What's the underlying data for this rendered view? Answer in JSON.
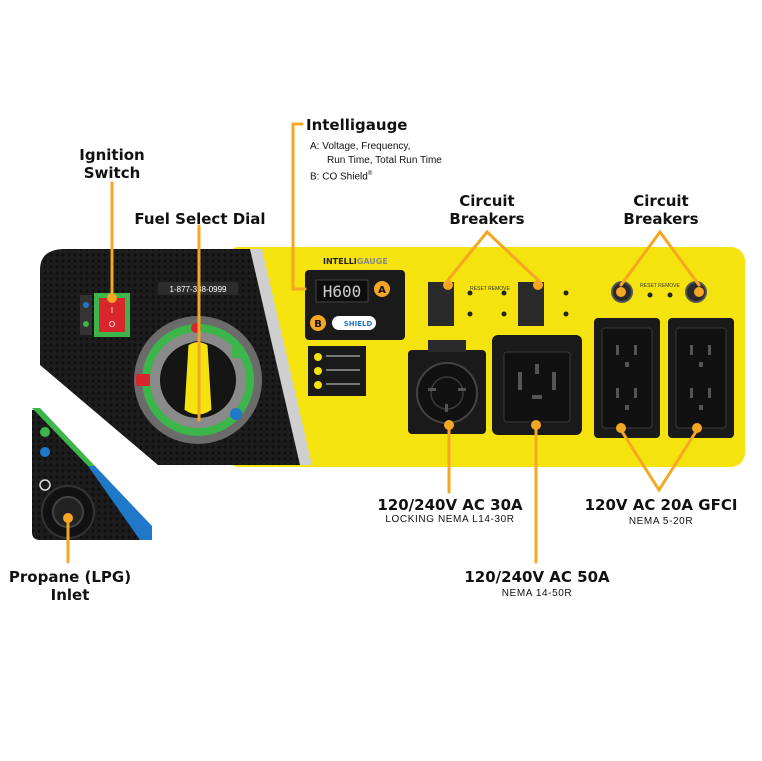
{
  "colors": {
    "panel_yellow": "#f4e30f",
    "panel_black": "#1b1b1b",
    "callout_orange": "#f5a623",
    "accent_green": "#3cb54a",
    "accent_blue": "#1f78c8",
    "switch_red": "#d8262c"
  },
  "labels": {
    "ignition_title": "Ignition",
    "ignition_title2": "Switch",
    "fuel_select": "Fuel Select Dial",
    "intelligauge": "Intelligauge",
    "intelligauge_a": "A:  Voltage, Frequency,",
    "intelligauge_a2": "Run Time, Total Run Time",
    "intelligauge_b": "B:  CO Shield",
    "intelligauge_b_reg": "®",
    "breakers_left_1": "Circuit",
    "breakers_left_2": "Breakers",
    "breakers_right_1": "Circuit",
    "breakers_right_2": "Breakers",
    "outlet_30a": "120/240V AC 30A",
    "outlet_30a_sub": "LOCKING NEMA L14-30R",
    "outlet_50a": "120/240V AC 50A",
    "outlet_50a_sub": "NEMA 14-50R",
    "outlet_20a": "120V AC 20A GFCI",
    "outlet_20a_sub": "NEMA 5-20R",
    "propane_1": "Propane (LPG)",
    "propane_2": "Inlet"
  },
  "panel_text": {
    "phone": "1-877-338-0999",
    "gauge_brand_1": "INTELLI",
    "gauge_brand_2": "GAUGE",
    "gauge_display": "H600",
    "gauge_marker_a": "A",
    "gauge_marker_b": "B",
    "co_shield": "SHIELD",
    "reset_left": "RESET REMOVE",
    "reset_right": "RESET REMOVE"
  }
}
